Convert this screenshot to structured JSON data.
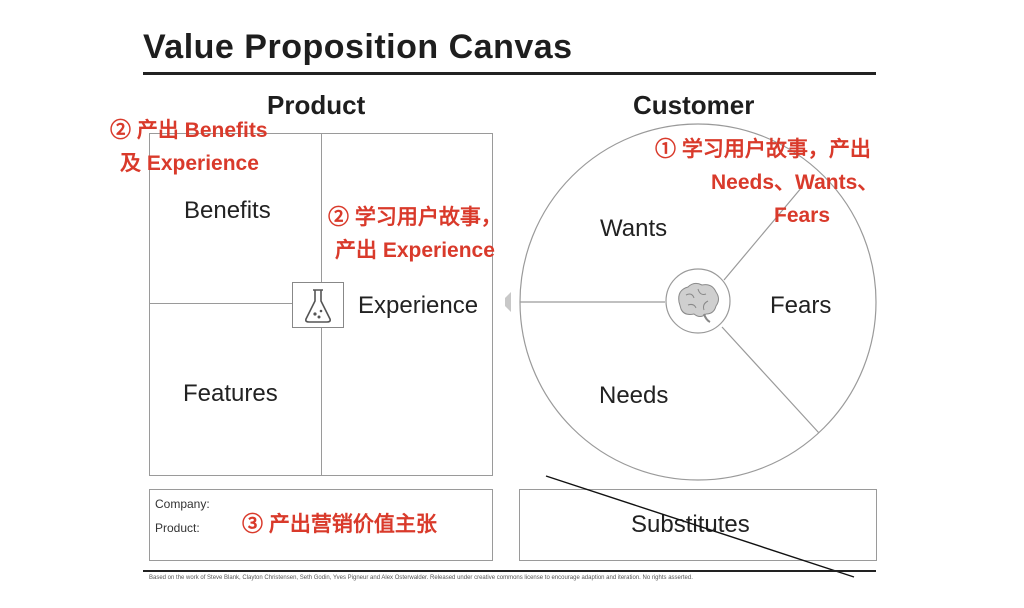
{
  "title": "Value Proposition Canvas",
  "product": {
    "heading": "Product",
    "benefits": "Benefits",
    "experience": "Experience",
    "features": "Features"
  },
  "customer": {
    "heading": "Customer",
    "wants": "Wants",
    "fears": "Fears",
    "needs": "Needs"
  },
  "bottom": {
    "company_label": "Company:",
    "product_label": "Product:",
    "substitutes": "Substitutes"
  },
  "annotations": {
    "benefits_line1": "② 产出 Benefits",
    "benefits_line2": "及 Experience",
    "experience_line1": "② 学习用户故事，",
    "experience_line2": "产出 Experience",
    "customer_line1": "①   学习用户故事，产出",
    "customer_line2": "Needs、Wants、",
    "customer_line3": "Fears",
    "value_prop": "③ 产出营销价值主张"
  },
  "footnote": "Based on the work of Steve Blank, Clayton Christensen, Seth Godin, Yves Pigneur and Alex Osterwalder. Released under creative commons license to encourage adaption and iteration. No rights asserted.",
  "colors": {
    "annotation": "#d93a2b",
    "lines": "#9a9a9a",
    "text": "#222222"
  },
  "icons": [
    "flask-icon",
    "brain-icon",
    "triangle-arrow-icon"
  ]
}
